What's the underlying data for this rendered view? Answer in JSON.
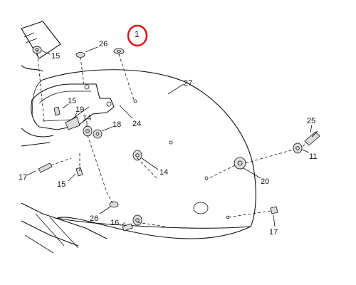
{
  "labels": {
    "l1": "1",
    "l26a": "26",
    "l15a": "15",
    "l27": "27",
    "l15b": "15",
    "l19": "19",
    "l14a": "14",
    "l18": "18",
    "l24": "24",
    "l25": "25",
    "l11": "11",
    "l14b": "14",
    "l20": "20",
    "l17a": "17",
    "l15c": "15",
    "l26b": "26",
    "l16": "16",
    "l17b": "17"
  },
  "highlight_color": "#e0141b"
}
